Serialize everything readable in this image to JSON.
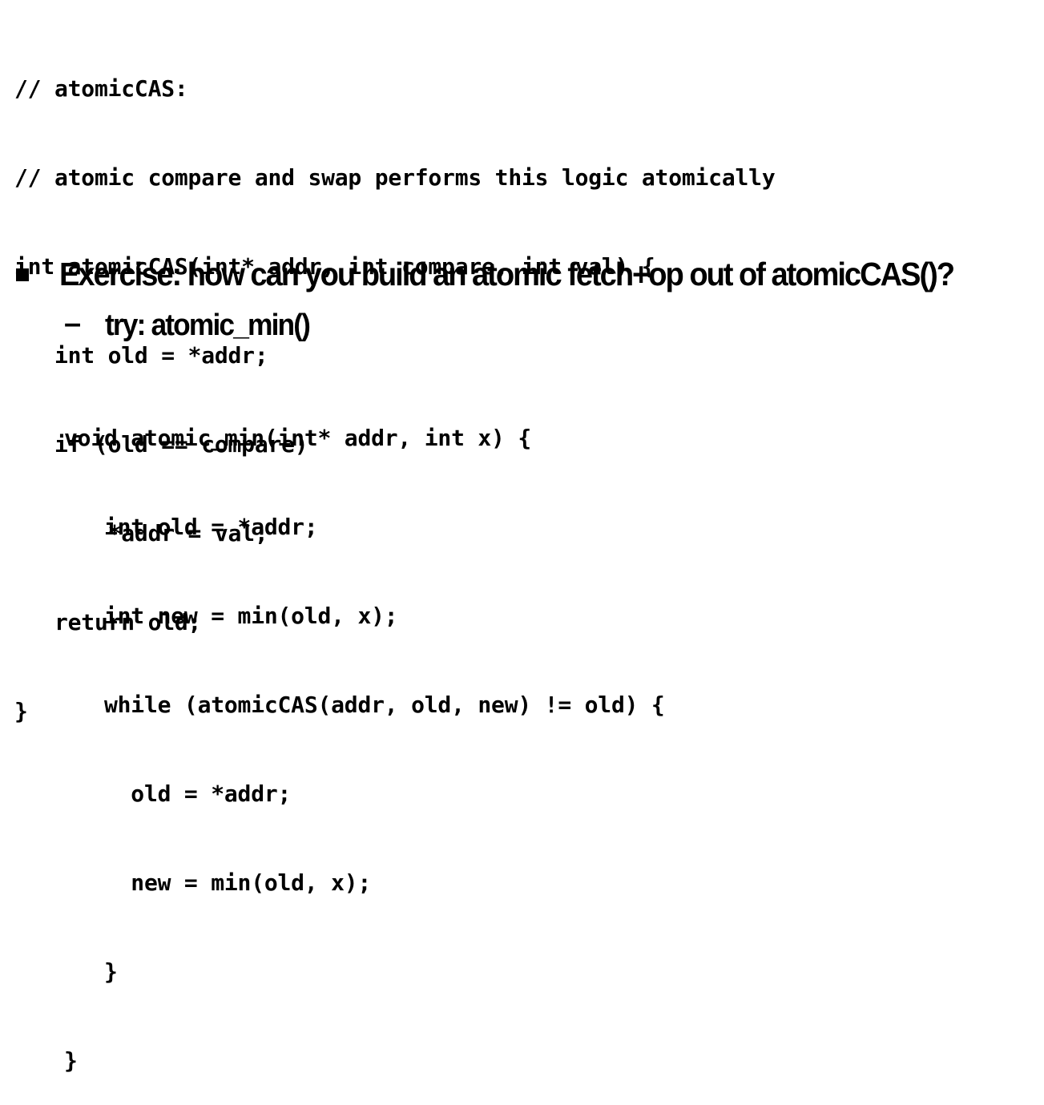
{
  "code_top": {
    "lines": [
      "// atomicCAS:",
      "// atomic compare and swap performs this logic atomically",
      "int atomicCAS(int* addr, int compare, int val) {",
      "   int old = *addr;",
      "   if (old == compare)",
      "       *addr = val;",
      "   return old;",
      "}"
    ]
  },
  "bullet": {
    "text": "Exercise: how can you build an atomic fetch+op out of atomicCAS()?"
  },
  "sub_bullet": {
    "marker": "–",
    "text": "try: atomic_min()"
  },
  "code_bottom": {
    "lines": [
      "void atomic_min(int* addr, int x) {",
      "   int old = *addr;",
      "   int new = min(old, x);",
      "   while (atomicCAS(addr, old, new) != old) {",
      "     old = *addr;",
      "     new = min(old, x);",
      "   }",
      "}"
    ]
  }
}
